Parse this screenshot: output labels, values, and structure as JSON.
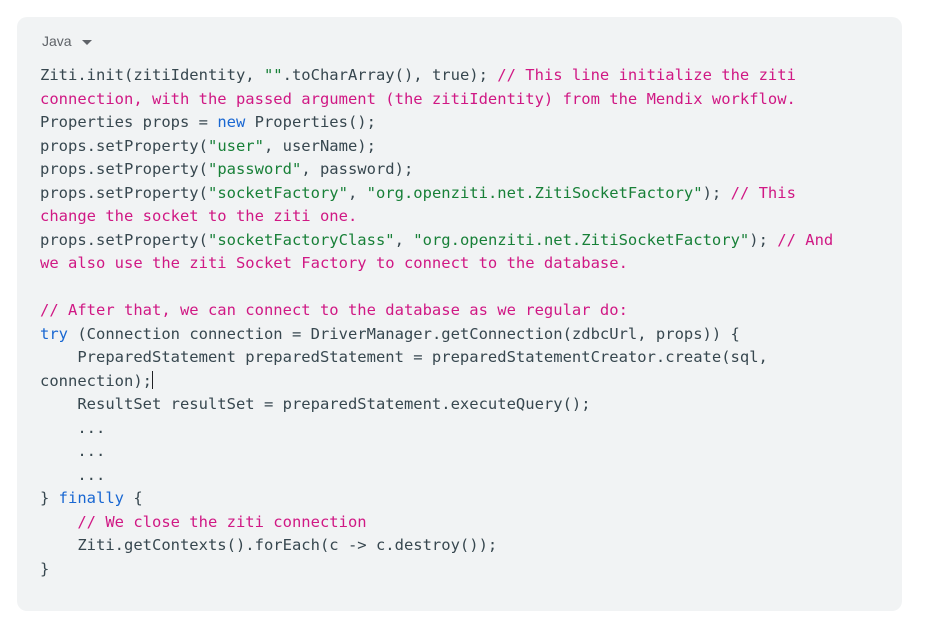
{
  "page": {
    "background": "#ffffff"
  },
  "code_block": {
    "background": "#f1f3f4",
    "language_selector": {
      "label": "Java",
      "icon": "caret-down"
    },
    "colors": {
      "plain": "#37474f",
      "comment": "#d01884",
      "string": "#188038",
      "keyword": "#1967d2",
      "selector_text": "#5f6368"
    },
    "lines": [
      [
        {
          "t": "Ziti.init(zitiIdentity, ",
          "s": "plain"
        },
        {
          "t": "\"\"",
          "s": "string"
        },
        {
          "t": ".toCharArray(), true); ",
          "s": "plain"
        },
        {
          "t": "// This line initialize the ziti",
          "s": "comment"
        }
      ],
      [
        {
          "t": "connection, with the passed argument (the zitiIdentity) from the Mendix workflow.",
          "s": "comment"
        }
      ],
      [
        {
          "t": "Properties props = ",
          "s": "plain"
        },
        {
          "t": "new",
          "s": "keyword"
        },
        {
          "t": " Properties();",
          "s": "plain"
        }
      ],
      [
        {
          "t": "props.setProperty(",
          "s": "plain"
        },
        {
          "t": "\"user\"",
          "s": "string"
        },
        {
          "t": ", userName);",
          "s": "plain"
        }
      ],
      [
        {
          "t": "props.setProperty(",
          "s": "plain"
        },
        {
          "t": "\"password\"",
          "s": "string"
        },
        {
          "t": ", password);",
          "s": "plain"
        }
      ],
      [
        {
          "t": "props.setProperty(",
          "s": "plain"
        },
        {
          "t": "\"socketFactory\"",
          "s": "string"
        },
        {
          "t": ", ",
          "s": "plain"
        },
        {
          "t": "\"org.openziti.net.ZitiSocketFactory\"",
          "s": "string"
        },
        {
          "t": "); ",
          "s": "plain"
        },
        {
          "t": "// This",
          "s": "comment"
        }
      ],
      [
        {
          "t": "change the socket to the ziti one.",
          "s": "comment"
        }
      ],
      [
        {
          "t": "props.setProperty(",
          "s": "plain"
        },
        {
          "t": "\"socketFactoryClass\"",
          "s": "string"
        },
        {
          "t": ", ",
          "s": "plain"
        },
        {
          "t": "\"org.openziti.net.ZitiSocketFactory\"",
          "s": "string"
        },
        {
          "t": "); ",
          "s": "plain"
        },
        {
          "t": "// And",
          "s": "comment"
        }
      ],
      [
        {
          "t": "we also use the ziti Socket Factory to connect to the database.",
          "s": "comment"
        }
      ],
      [],
      [
        {
          "t": "// After that, we can connect to the database as we regular do:",
          "s": "comment"
        }
      ],
      [
        {
          "t": "try",
          "s": "keyword"
        },
        {
          "t": " (Connection connection = DriverManager.getConnection(zdbcUrl, props)) {",
          "s": "plain"
        }
      ],
      [
        {
          "t": "    PreparedStatement preparedStatement = preparedStatementCreator.create(sql,",
          "s": "plain"
        }
      ],
      [
        {
          "t": "connection);",
          "s": "plain"
        },
        {
          "s": "caret"
        }
      ],
      [
        {
          "t": "    ResultSet resultSet = preparedStatement.executeQuery();",
          "s": "plain"
        }
      ],
      [
        {
          "t": "    ...",
          "s": "plain"
        }
      ],
      [
        {
          "t": "    ...",
          "s": "plain"
        }
      ],
      [
        {
          "t": "    ...",
          "s": "plain"
        }
      ],
      [
        {
          "t": "} ",
          "s": "plain"
        },
        {
          "t": "finally",
          "s": "keyword"
        },
        {
          "t": " {",
          "s": "plain"
        }
      ],
      [
        {
          "t": "    ",
          "s": "plain"
        },
        {
          "t": "// We close the ziti connection",
          "s": "comment"
        }
      ],
      [
        {
          "t": "    Ziti.getContexts().forEach(c -> c.destroy());",
          "s": "plain"
        }
      ],
      [
        {
          "t": "}",
          "s": "plain"
        }
      ]
    ]
  }
}
